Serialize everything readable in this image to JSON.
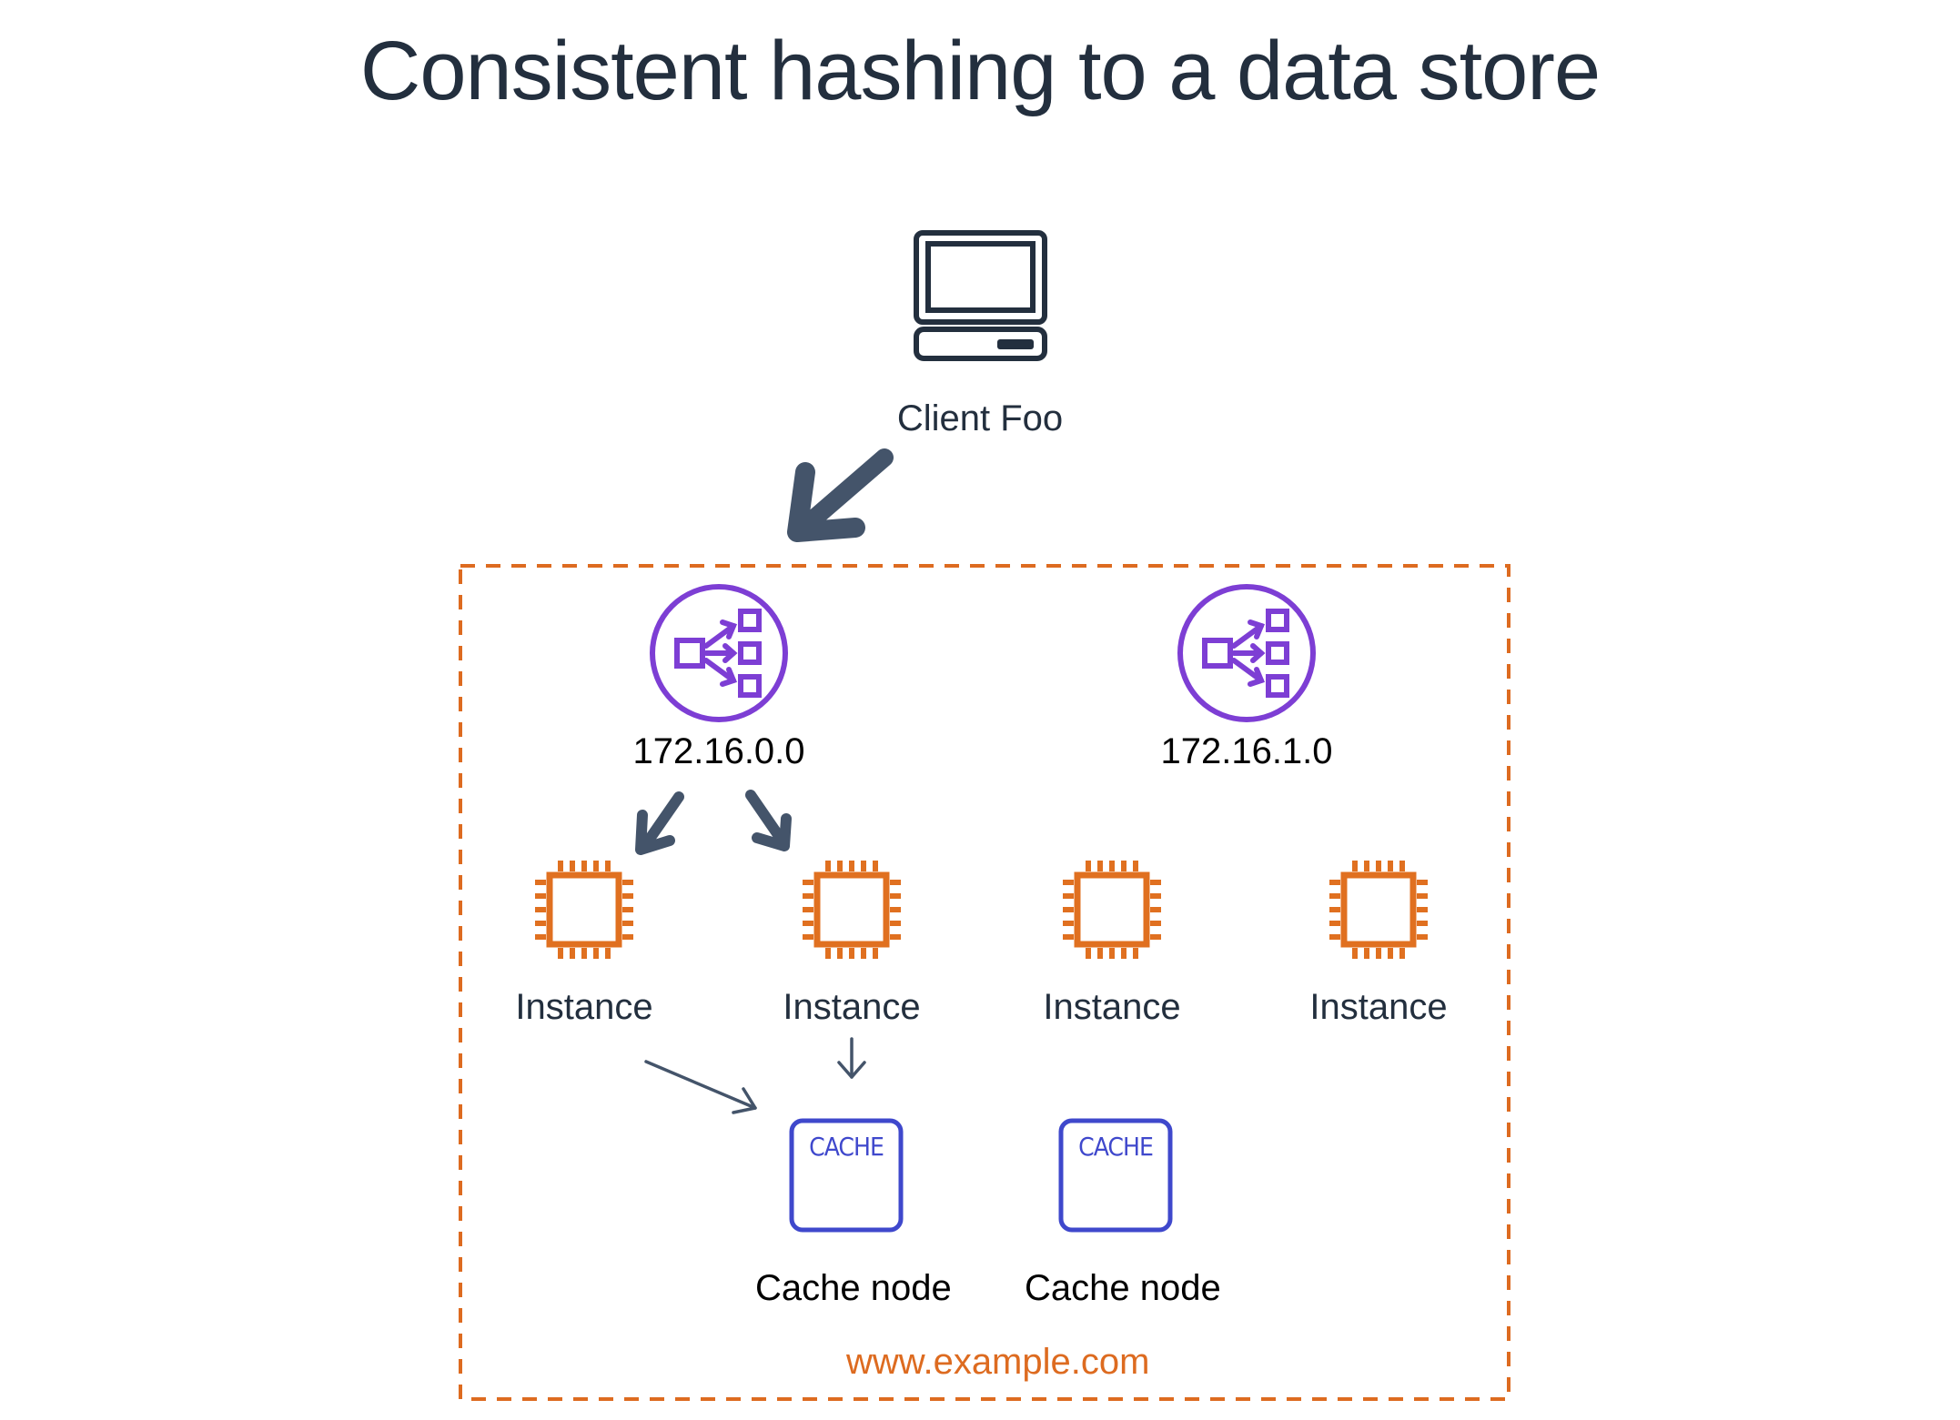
{
  "title": "Consistent hashing to a data store",
  "colors": {
    "title": "#232f3e",
    "arrow": "#44546a",
    "boundary": "#dd6b20",
    "load_balancer": "#7d3ed4",
    "instance": "#e07020",
    "cache": "#3f48cc"
  },
  "client": {
    "icon": "desktop-client-icon",
    "label": "Client Foo"
  },
  "boundary": {
    "label": "www.example.com"
  },
  "load_balancers": [
    {
      "icon": "load-balancer-icon",
      "label": "172.16.0.0"
    },
    {
      "icon": "load-balancer-icon",
      "label": "172.16.1.0"
    }
  ],
  "instances": [
    {
      "icon": "instance-chip-icon",
      "label": "Instance"
    },
    {
      "icon": "instance-chip-icon",
      "label": "Instance"
    },
    {
      "icon": "instance-chip-icon",
      "label": "Instance"
    },
    {
      "icon": "instance-chip-icon",
      "label": "Instance"
    }
  ],
  "cache_nodes": [
    {
      "icon": "cache-icon",
      "icon_text": "CACHE",
      "label": "Cache node"
    },
    {
      "icon": "cache-icon",
      "icon_text": "CACHE",
      "label": "Cache node"
    }
  ],
  "connections": [
    {
      "from": "Client Foo",
      "to": "172.16.0.0"
    },
    {
      "from": "172.16.0.0",
      "to": "Instance 1"
    },
    {
      "from": "172.16.0.0",
      "to": "Instance 2"
    },
    {
      "from": "Instance 1",
      "to": "Cache node 1"
    },
    {
      "from": "Instance 2",
      "to": "Cache node 1"
    }
  ]
}
